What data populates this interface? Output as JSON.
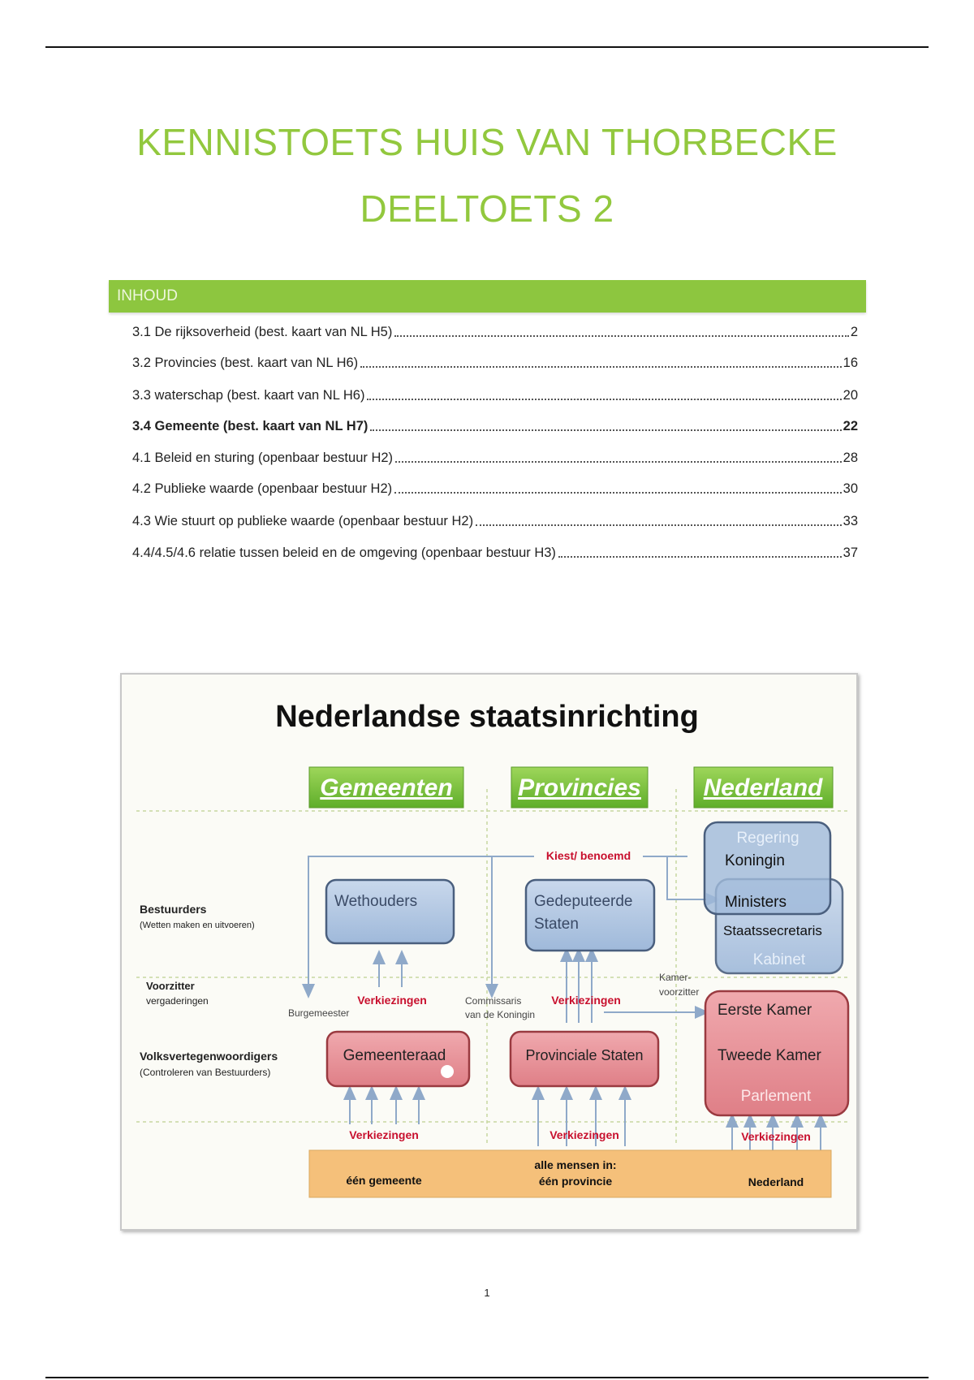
{
  "title": {
    "line1": "KENNISTOETS HUIS VAN THORBECKE",
    "line2": "DEELTOETS 2"
  },
  "toc": {
    "heading": "INHOUD",
    "items": [
      {
        "label": "3.1 De rijksoverheid (best. kaart van NL H5)",
        "page": "2",
        "bold": false
      },
      {
        "label": "3.2 Provincies  (best. kaart van NL H6)",
        "page": "16",
        "bold": false
      },
      {
        "label": "3.3 waterschap (best. kaart van NL H6)",
        "page": "20",
        "bold": false
      },
      {
        "label": "3.4 Gemeente (best. kaart van NL H7)",
        "page": "22",
        "bold": true
      },
      {
        "label": "4.1 Beleid en sturing (openbaar bestuur H2)",
        "page": "28",
        "bold": false
      },
      {
        "label": "4.2 Publieke waarde (openbaar bestuur H2)",
        "page": "30",
        "bold": false
      },
      {
        "label": "4.3 Wie stuurt op publieke waarde (openbaar bestuur H2)",
        "page": "33",
        "bold": false
      },
      {
        "label": "4.4/4.5/4.6 relatie tussen beleid en de omgeving (openbaar bestuur H3)",
        "page": "37",
        "bold": false
      }
    ]
  },
  "diagram": {
    "title": "Nederlandse staatsinrichting",
    "columns": [
      "Gemeenten",
      "Provincies",
      "Nederland"
    ],
    "rows": {
      "bestuurders": "Bestuurders",
      "bestuurders_sub": "(Wetten maken en uitvoeren)",
      "voorzitter": "Voorzitter",
      "voorzitter_sub": "vergaderingen",
      "volks": "Volksvertegenwoordigers",
      "volks_sub": "(Controleren van Bestuurders)"
    },
    "kiest": "Kiest/ benoemd",
    "boxes": {
      "wethouders": "Wethouders",
      "gedeputeerde1": "Gedeputeerde",
      "gedeputeerde2": "Staten",
      "regering": "Regering",
      "koningin": "Koningin",
      "ministers": "Ministers",
      "staatssecretaris": "Staatssecretaris",
      "kabinet": "Kabinet",
      "gemeenteraad": "Gemeenteraad",
      "provinciale_staten": "Provinciale Staten",
      "eerste_kamer": "Eerste Kamer",
      "tweede_kamer": "Tweede Kamer",
      "parlement": "Parlement"
    },
    "small": {
      "burgemeester": "Burgemeester",
      "commissaris1": "Commissaris",
      "commissaris2": "van de Koningin",
      "kamer1": "Kamer-",
      "kamer2": "voorzitter"
    },
    "verkiezingen": "Verkiezingen",
    "base": {
      "gemeente": "één gemeente",
      "alle": "alle mensen in:",
      "provincie": "één provincie",
      "nederland": "Nederland"
    }
  },
  "page_number": "1",
  "colors": {
    "green": "#8dc63f",
    "blue_box": "#b8cce4",
    "red_box": "#e6949a",
    "orange": "#f5c07a",
    "red_text": "#c8102e"
  }
}
